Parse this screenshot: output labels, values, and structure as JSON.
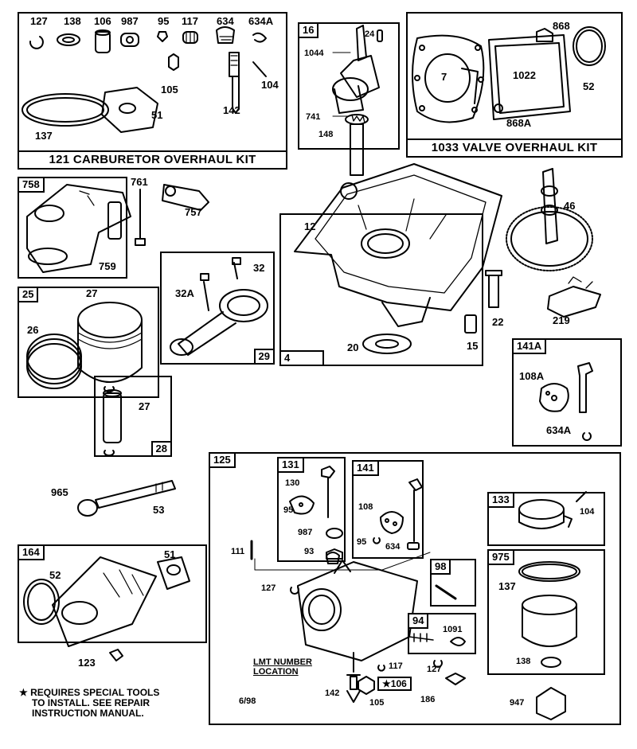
{
  "kits": {
    "carb": "121 CARBURETOR OVERHAUL KIT",
    "valve": "1033 VALVE OVERHAUL KIT"
  },
  "boxes": {
    "b16": "16",
    "b758": "758",
    "b25": "25",
    "b28": "28",
    "b29": "29",
    "b4": "4",
    "b141A": "141A",
    "b125": "125",
    "b131": "131",
    "b141": "141",
    "b133": "133",
    "b975": "975",
    "b164": "164",
    "b98": "98",
    "b94": "94"
  },
  "parts": {
    "p127a": "127",
    "p138a": "138",
    "p106a": "106",
    "p987a": "987",
    "p95a": "95",
    "p117a": "117",
    "p634a": "634",
    "p634Aa": "634A",
    "p105a": "105",
    "p104a": "104",
    "p142a": "142",
    "p51a": "51",
    "p137a": "137",
    "p24": "24",
    "p1044": "1044",
    "p741": "741",
    "p148": "148",
    "p868": "868",
    "p7": "7",
    "p1022": "1022",
    "p52a": "52",
    "p868A": "868A",
    "p761": "761",
    "p757": "757",
    "p759": "759",
    "p32": "32",
    "p32A": "32A",
    "p12": "12",
    "p46": "46",
    "p22": "22",
    "p219": "219",
    "p20": "20",
    "p15": "15",
    "p27a": "27",
    "p26": "26",
    "p27b": "27",
    "p108A": "108A",
    "p634Ab": "634A",
    "p965": "965",
    "p53": "53",
    "p130": "130",
    "p95b": "95",
    "p987b": "987",
    "p93": "93",
    "p108": "108",
    "p95c": "95",
    "p634b": "634",
    "p111": "111",
    "p127b": "127",
    "p1091": "1091",
    "p117b": "117",
    "p127c": "127",
    "p142b": "142",
    "p105b": "105",
    "p186": "186",
    "p106b": "106",
    "p104b": "104",
    "p137b": "137",
    "p138b": "138",
    "p947": "947",
    "p51b": "51",
    "p52b": "52",
    "p123": "123"
  },
  "location": {
    "line1": "LMT NUMBER",
    "line2": "LOCATION"
  },
  "date": "6/98",
  "note": {
    "star": "★",
    "line1": "REQUIRES SPECIAL TOOLS",
    "line2": "TO INSTALL.  SEE REPAIR",
    "line3": "INSTRUCTION MANUAL."
  }
}
